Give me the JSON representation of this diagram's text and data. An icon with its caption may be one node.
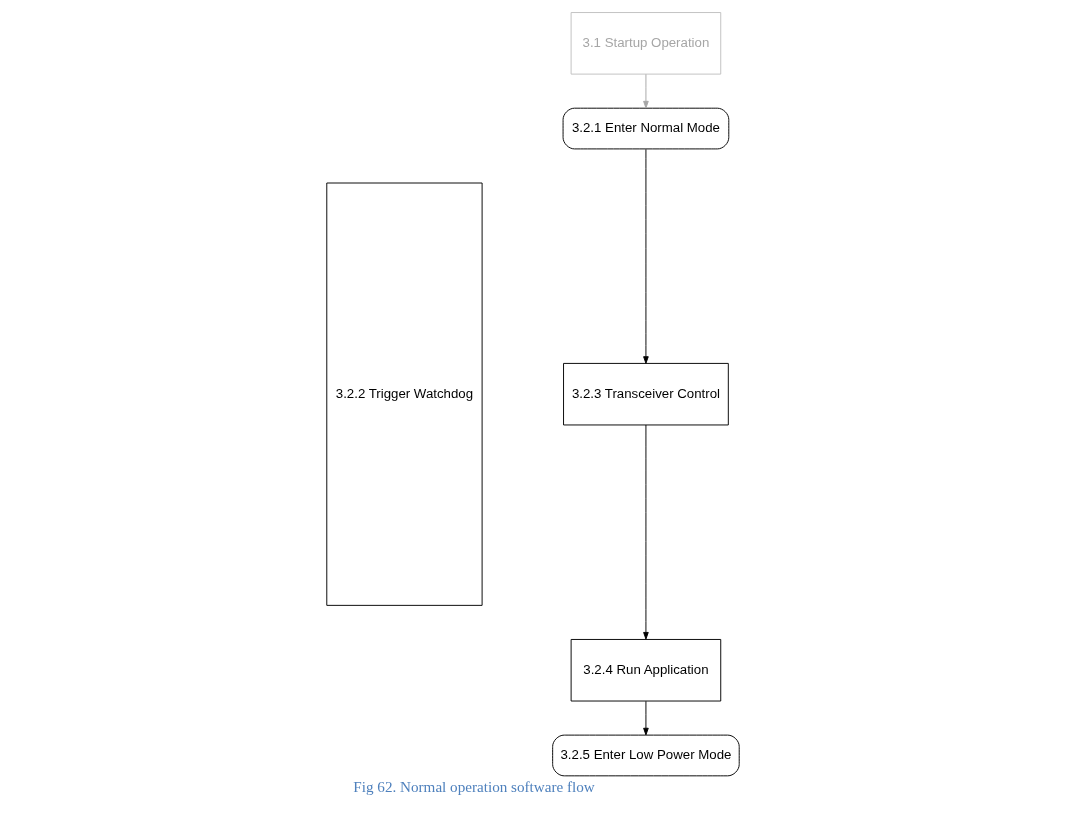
{
  "diagram": {
    "caption": "Fig 62. Normal operation software flow",
    "nodes": [
      {
        "text": [
          "3.2.2 Trigger Watchdog"
        ]
      },
      {
        "text": [
          "3.1 Startup Operation"
        ]
      },
      {
        "text": [
          "3.2.1 Enter Normal Mode"
        ]
      },
      {
        "text": [
          "3.2.3 Transceiver Control"
        ]
      },
      {
        "text": [
          "3.2.4 Run Application"
        ]
      },
      {
        "text": [
          "3.2.5 Enter Low Power Mode"
        ]
      }
    ],
    "edges": [
      {
        "from": 1,
        "to": 2,
        "arrow": "to",
        "color": "#a6a6a6"
      },
      {
        "from": 2,
        "to": 3,
        "arrow": "to"
      },
      {
        "from": 3,
        "to": 4,
        "arrow": "to"
      },
      {
        "from": 4,
        "to": 5,
        "arrow": "to"
      }
    ]
  }
}
